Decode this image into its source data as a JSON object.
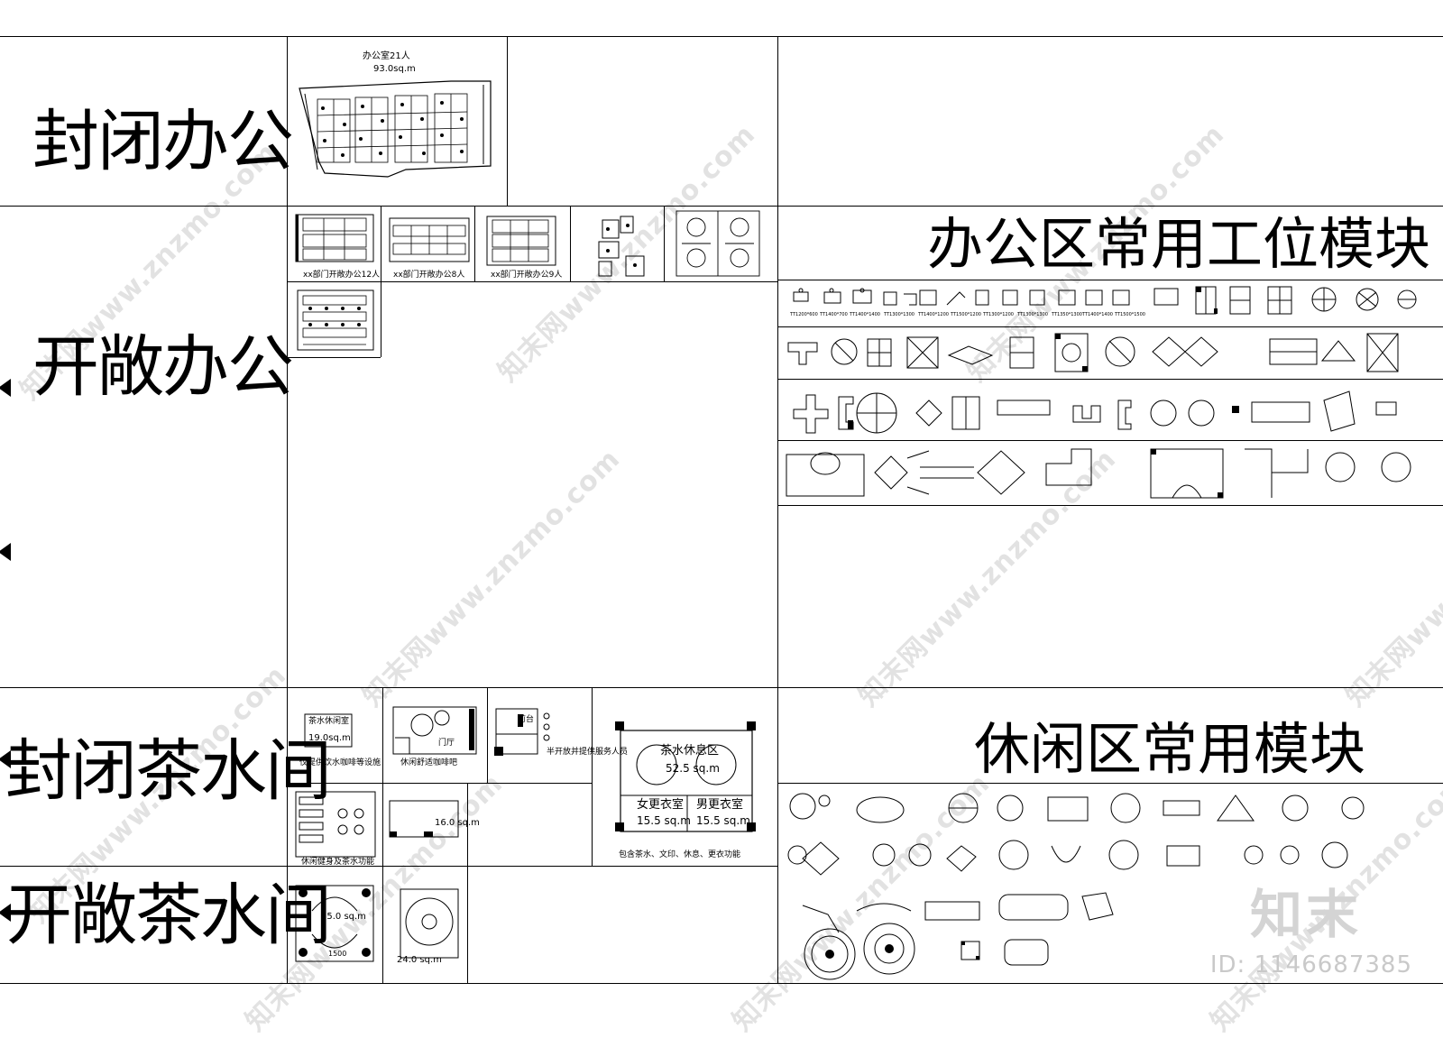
{
  "sections": {
    "closed_office": "封闭办公",
    "open_office": "开敞办公",
    "closed_pantry": "封闭茶水间",
    "open_pantry": "开敞茶水间"
  },
  "headings": {
    "workstation_modules": "办公区常用工位模块",
    "leisure_modules": "休闲区常用模块"
  },
  "closed_office_plan": {
    "room_label": "办公室21人",
    "area": "93.0sq.m"
  },
  "open_office_captions": [
    "xx部门开敞办公12人",
    "xx部门开敞办公8人",
    "xx部门开敞办公9人"
  ],
  "workstation_sizes": [
    "TT1200*600",
    "TT1400*700",
    "TT1400*1400",
    "TT1300*1300",
    "TT1400*1200",
    "TT1500*1200",
    "TT1300*1200",
    "TT1300*1300",
    "TT1350*1300",
    "TT1400*1400",
    "TT1500*1500"
  ],
  "pantry_plans": {
    "p1_title": "茶水休闲室",
    "p1_area": "19.0sq.m",
    "p1_caption": "仅提供饮水咖啡等设施",
    "p2_label": "门厅",
    "p2_caption": "休闲舒适咖啡吧",
    "p3_label": "前台",
    "p3_caption": "半开放并提供服务人员",
    "p4_caption": "休闲健身及茶水功能",
    "p5_area": "16.0 sq.m",
    "p6_zone": "茶水休息区",
    "p6_area": "52.5 sq.m",
    "p6_room_f": "女更衣室",
    "p6_area_f": "15.5 sq.m",
    "p6_room_m": "男更衣室",
    "p6_area_m": "15.5 sq.m",
    "p6_caption": "包含茶水、文印、休息、更衣功能",
    "o1_area": "25.0 sq.m",
    "o1_dim": "1500",
    "o2_area": "24.0 sq.m"
  },
  "watermark": {
    "text": "知末网www.znzmo.com",
    "brand": "知末",
    "id": "ID: 1146687385"
  }
}
